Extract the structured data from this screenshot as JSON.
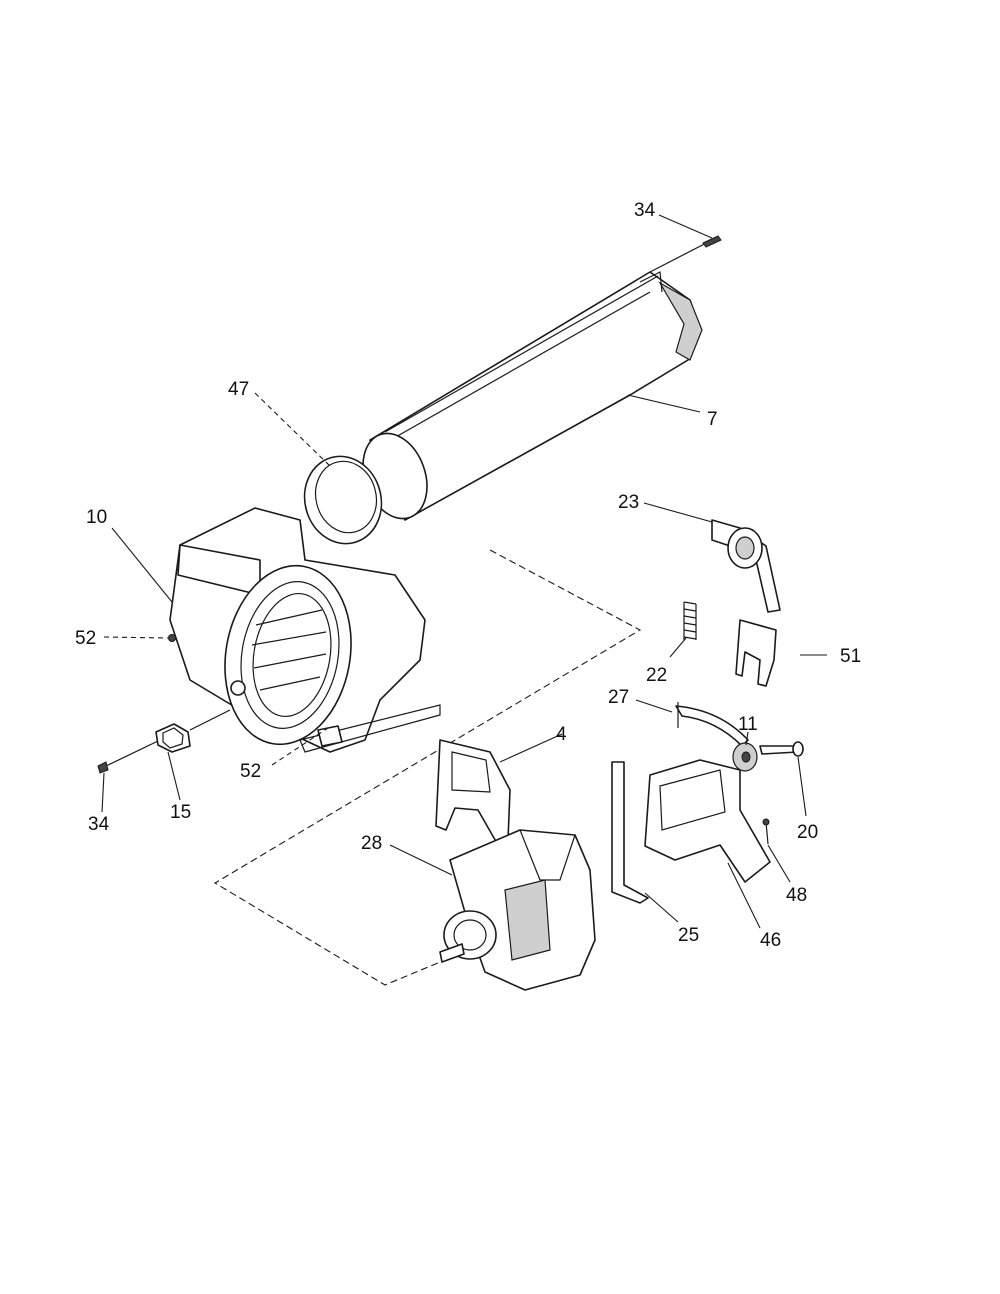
{
  "diagram": {
    "callouts": [
      {
        "id": "c34a",
        "label": "34"
      },
      {
        "id": "c7",
        "label": "7"
      },
      {
        "id": "c47",
        "label": "47"
      },
      {
        "id": "c23",
        "label": "23"
      },
      {
        "id": "c10",
        "label": "10"
      },
      {
        "id": "c52a",
        "label": "52"
      },
      {
        "id": "c22",
        "label": "22"
      },
      {
        "id": "c51",
        "label": "51"
      },
      {
        "id": "c27",
        "label": "27"
      },
      {
        "id": "c11",
        "label": "11"
      },
      {
        "id": "c4",
        "label": "4"
      },
      {
        "id": "c52b",
        "label": "52"
      },
      {
        "id": "c20",
        "label": "20"
      },
      {
        "id": "c34b",
        "label": "34"
      },
      {
        "id": "c15",
        "label": "15"
      },
      {
        "id": "c28",
        "label": "28"
      },
      {
        "id": "c48",
        "label": "48"
      },
      {
        "id": "c25",
        "label": "25"
      },
      {
        "id": "c46",
        "label": "46"
      }
    ]
  }
}
